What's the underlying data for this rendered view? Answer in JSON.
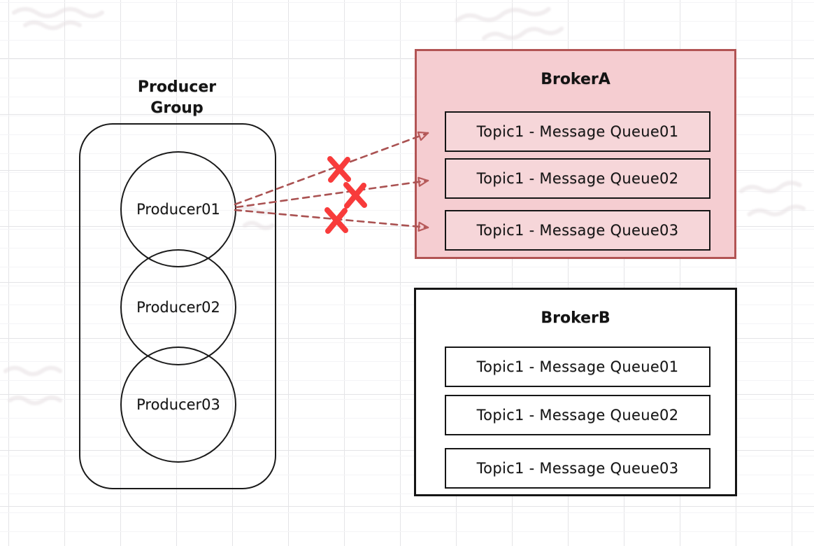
{
  "diagram": {
    "producer_group": {
      "title_line1": "Producer",
      "title_line2": "Group",
      "producers": [
        "Producer01",
        "Producer02",
        "Producer03"
      ]
    },
    "brokers": [
      {
        "name": "BrokerA",
        "highlighted": true,
        "queues": [
          "Topic1 - Message Queue01",
          "Topic1 - Message Queue02",
          "Topic1 - Message Queue03"
        ]
      },
      {
        "name": "BrokerB",
        "highlighted": false,
        "queues": [
          "Topic1 - Message Queue01",
          "Topic1 - Message Queue02",
          "Topic1 - Message Queue03"
        ]
      }
    ],
    "connections": [
      {
        "from": "Producer01",
        "to": "BrokerA / Topic1 - Message Queue01",
        "style": "dashed-arrow",
        "blocked": true
      },
      {
        "from": "Producer01",
        "to": "BrokerA / Topic1 - Message Queue02",
        "style": "dashed-arrow",
        "blocked": true
      },
      {
        "from": "Producer01",
        "to": "BrokerA / Topic1 - Message Queue03",
        "style": "dashed-arrow",
        "blocked": true
      }
    ],
    "colors": {
      "broker_a_fill": "#f5cdd1",
      "broker_a_border": "#b25454",
      "arrow_dash": "#aa5252",
      "blocked_cross": "#f83b3b",
      "shape_stroke": "#1a1a1a",
      "grid_major": "#e4e4e7",
      "grid_minor": "#f4f4f6"
    }
  }
}
